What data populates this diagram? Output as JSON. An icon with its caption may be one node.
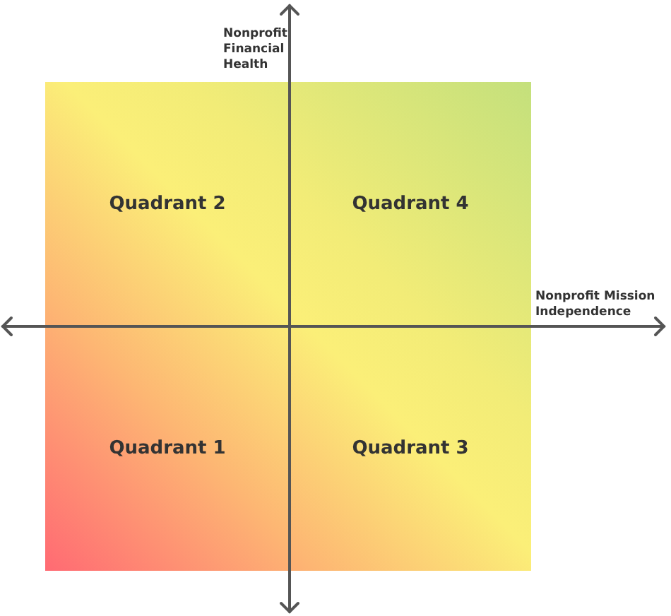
{
  "diagram": {
    "nodes": [
      {
        "text": [
          "Quadrant 2"
        ]
      },
      {
        "text": [
          "Quadrant 4"
        ]
      },
      {
        "text": [
          "Quadrant 1"
        ]
      },
      {
        "text": [
          "Quadrant 3"
        ]
      }
    ],
    "labels": [
      "Nonprofit Financial Health",
      "Nonprofit Mission Independence"
    ]
  }
}
